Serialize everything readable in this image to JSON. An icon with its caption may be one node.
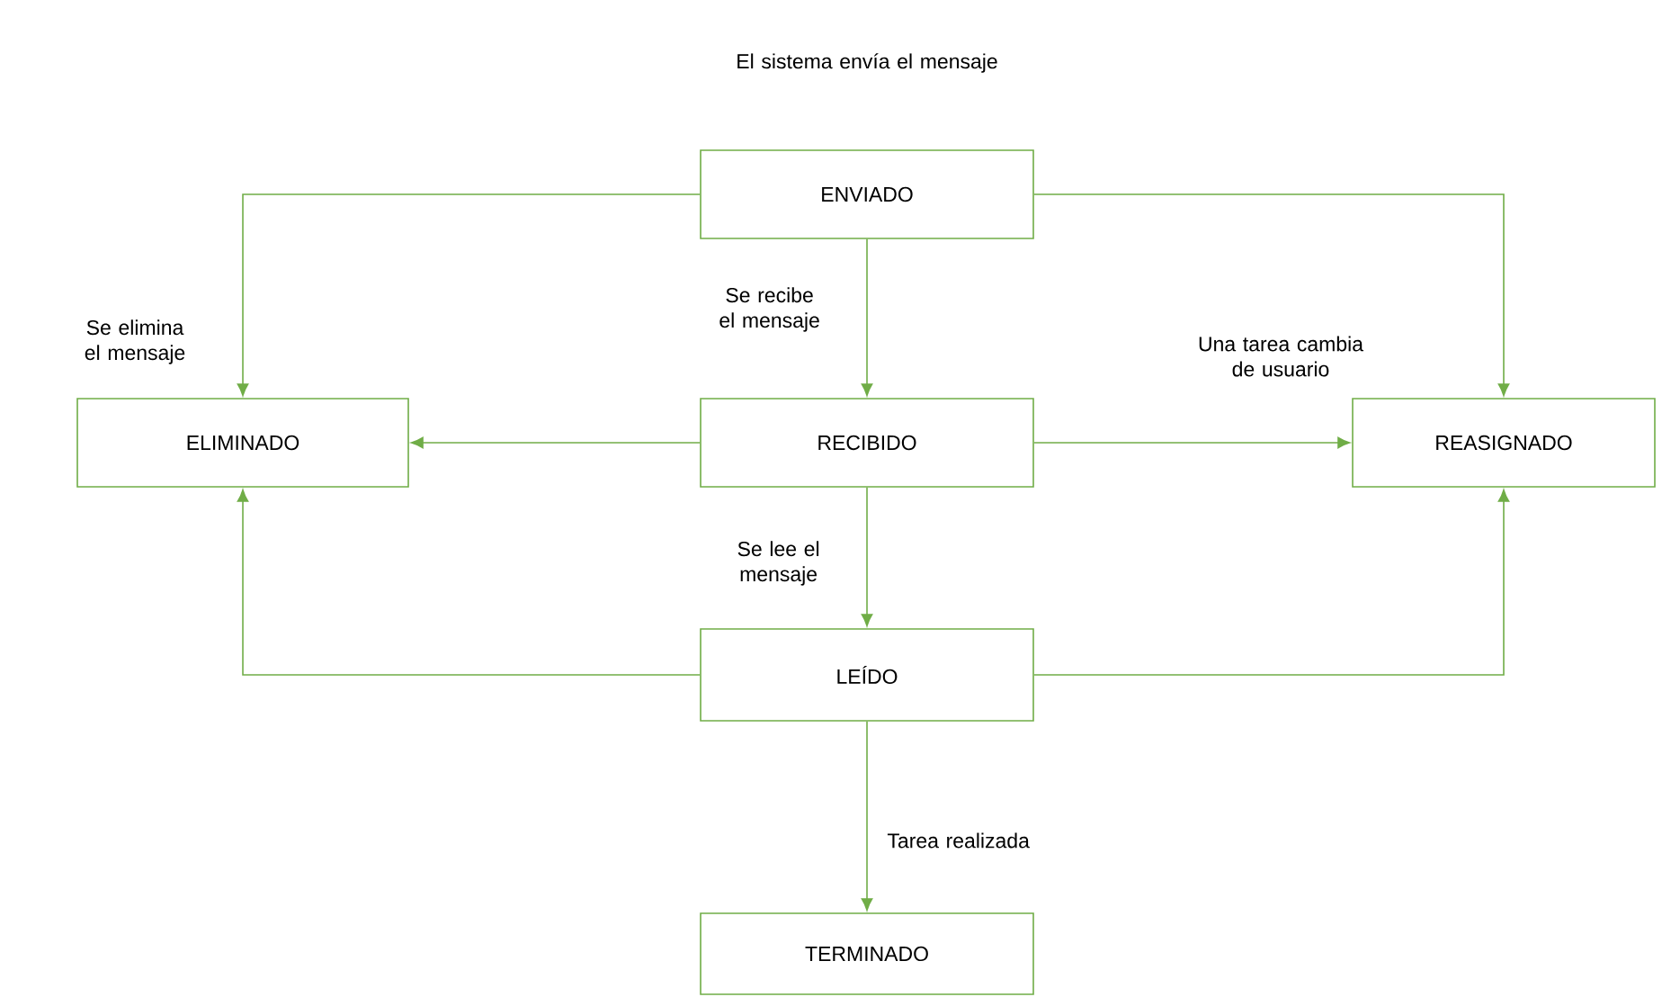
{
  "diagram": {
    "nodes": [
      {
        "text": [
          "ENVIADO"
        ],
        "beside": [
          "El sistema envía el mensaje"
        ]
      },
      {
        "text": [
          "ELIMINADO"
        ]
      },
      {
        "text": [
          "RECIBIDO"
        ]
      },
      {
        "text": [
          "REASIGNADO"
        ]
      },
      {
        "text": [
          "LEÍDO"
        ]
      },
      {
        "text": [
          "TERMINADO"
        ]
      }
    ],
    "edges": [
      {
        "from": 0,
        "to": 1,
        "arrow": "to",
        "label": "Se elimina el mensaje"
      },
      {
        "from": 0,
        "to": 2,
        "arrow": "to",
        "label": "Se recibe el mensaje"
      },
      {
        "from": 0,
        "to": 3,
        "arrow": "to"
      },
      {
        "from": 2,
        "to": 1,
        "arrow": "to"
      },
      {
        "from": 2,
        "to": 3,
        "arrow": "to",
        "label": "Una tarea cambia de usuario"
      },
      {
        "from": 2,
        "to": 4,
        "arrow": "to",
        "label": "Se lee el mensaje"
      },
      {
        "from": 4,
        "to": 1,
        "arrow": "to"
      },
      {
        "from": 4,
        "to": 3,
        "arrow": "to"
      },
      {
        "from": 4,
        "to": 5,
        "arrow": "to",
        "label": "Tarea realizada"
      }
    ]
  }
}
